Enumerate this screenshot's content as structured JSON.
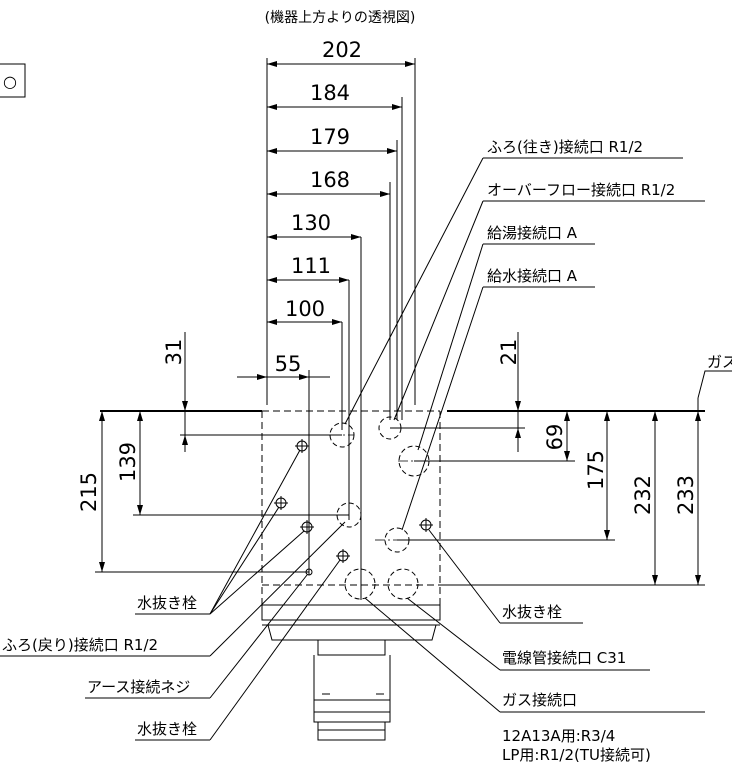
{
  "caption": "(機器上方よりの透視図)",
  "top_dimensions": [
    "202",
    "184",
    "179",
    "168",
    "130",
    "111",
    "100",
    "55"
  ],
  "left_dimensions": {
    "d31": "31",
    "d139": "139",
    "d215": "215"
  },
  "right_dimensions": {
    "d21": "21",
    "d69": "69",
    "d175": "175",
    "d232": "232",
    "d233": "233"
  },
  "right_labels": {
    "furo_out": "ふろ(往き)接続口 R1/2",
    "overflow": "オーバーフロー接続口 R1/2",
    "hot_water": "給湯接続口 A",
    "water_supply": "給水接続口 A",
    "gas": "ガス"
  },
  "left_labels": {
    "drain_plug_1": "水抜き栓",
    "furo_return": "ふろ(戻り)接続口 R1/2",
    "earth_screw": "アース接続ネジ",
    "drain_plug_2": "水抜き栓"
  },
  "bottom_right_labels": {
    "drain_plug_3": "水抜き栓",
    "conduit": "電線管接続口 C31",
    "gas_conn": "ガス接続口",
    "gas_spec_1": "12A13A用:R3/4",
    "gas_spec_2": "LP用:R1/2(TU接続可)"
  },
  "corner_mark": "○"
}
